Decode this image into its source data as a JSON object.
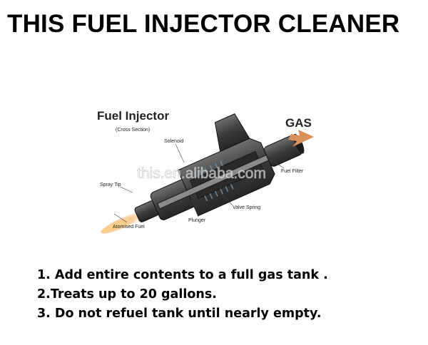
{
  "headline": "THIS FUEL INJECTOR CLEANER",
  "diagram": {
    "title": "Fuel Injector",
    "subtitle": "(Cross Section)",
    "gas_label": "GAS",
    "labels": {
      "solenoid": "Solenoid",
      "fuel_filter": "Fuel Filter",
      "spray_tip": "Spray Tip",
      "valve_spring": "Valve Spring",
      "plunger": "Plunger",
      "atomised_fuel": "Atomised Fuel"
    },
    "watermark": "this.en.alibaba.com"
  },
  "steps": [
    "1. Add entire contents to a full gas tank .",
    "2.Treats up to 20 gallons.",
    "3. Do not refuel tank until nearly empty."
  ],
  "colors": {
    "gas_arrow": "#d9905a",
    "gas_text": "#c7773f",
    "body_dark": "#3a3a3a"
  }
}
